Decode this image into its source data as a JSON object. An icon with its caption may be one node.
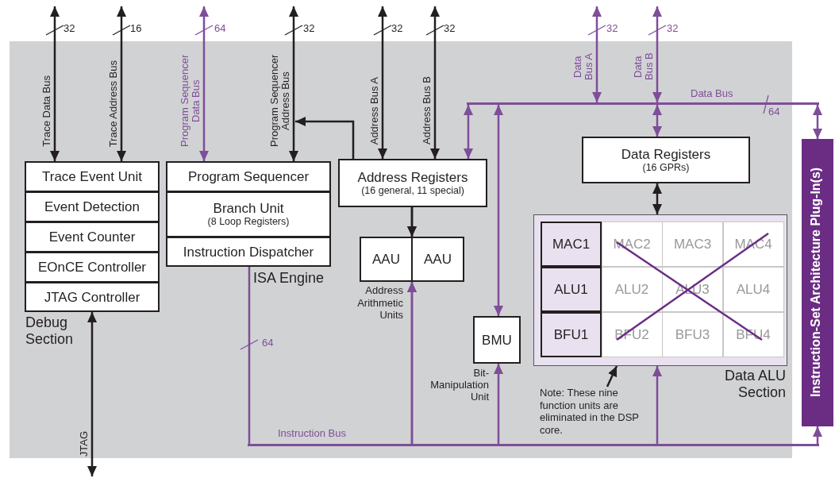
{
  "diagram": {
    "nodes": [
      {
        "text": [
          "Debug Section"
        ]
      },
      {
        "text": [
          "Trace Event Unit"
        ],
        "in": 0
      },
      {
        "text": [
          "Event Detection"
        ],
        "in": 0
      },
      {
        "text": [
          "Event Counter"
        ],
        "in": 0
      },
      {
        "text": [
          "EOnCE Controller"
        ],
        "in": 0
      },
      {
        "text": [
          "JTAG Controller"
        ],
        "in": 0
      },
      {
        "text": [
          "ISA Engine"
        ]
      },
      {
        "text": [
          "Program Sequencer"
        ],
        "in": 6
      },
      {
        "text": [
          "Branch Unit",
          "(8 Loop Registers)"
        ],
        "in": 6
      },
      {
        "text": [
          "Instruction Dispatcher"
        ],
        "in": 6
      },
      {
        "text": [
          "Address Registers",
          "(16 general, 11 special)"
        ]
      },
      {
        "text": [
          "AAU"
        ]
      },
      {
        "text": [
          "AAU"
        ]
      },
      {
        "text": [
          "BMU"
        ],
        "beside": [
          "Bit-Manipulation Unit"
        ]
      },
      {
        "text": [
          "Data Registers",
          "(16 GPRs)"
        ]
      },
      {
        "text": [
          "Data ALU Section"
        ]
      },
      {
        "text": [
          "MAC1"
        ],
        "in": 15
      },
      {
        "text": [
          "MAC2"
        ],
        "in": 15
      },
      {
        "text": [
          "MAC3"
        ],
        "in": 15
      },
      {
        "text": [
          "MAC4"
        ],
        "in": 15
      },
      {
        "text": [
          "ALU1"
        ],
        "in": 15
      },
      {
        "text": [
          "ALU2"
        ],
        "in": 15
      },
      {
        "text": [
          "ALU3"
        ],
        "in": 15
      },
      {
        "text": [
          "ALU4"
        ],
        "in": 15
      },
      {
        "text": [
          "BFU1"
        ],
        "in": 15
      },
      {
        "text": [
          "BFU2"
        ],
        "in": 15
      },
      {
        "text": [
          "BFU3"
        ],
        "in": 15
      },
      {
        "text": [
          "BFU4"
        ],
        "in": 15
      },
      {
        "text": [
          "Instruction-Set Architecture Plug-In(s)"
        ]
      },
      {
        "text": [
          "Note: These nine function units are eliminated in the DSP core."
        ]
      },
      {
        "text": [],
        "shape": "bar",
        "beside": [
          "Data Bus"
        ]
      },
      {
        "text": [],
        "shape": "bar",
        "beside": [
          "Instruction Bus"
        ]
      }
    ],
    "edges": [
      {
        "from": null,
        "to": 1,
        "arrow": "both",
        "label": "Trace Data Bus",
        "color": "#231f20"
      },
      {
        "from": null,
        "to": 1,
        "arrow": "both",
        "label": "Trace Address Bus",
        "color": "#231f20"
      },
      {
        "from": null,
        "to": 7,
        "arrow": "both",
        "label": "Program Sequencer Data Bus"
      },
      {
        "from": null,
        "to": 7,
        "arrow": "both",
        "label": "Program Sequencer Address Bus",
        "color": "#231f20"
      },
      {
        "from": 10,
        "to": null,
        "arrow": "to",
        "color": "#231f20"
      },
      {
        "from": null,
        "to": 10,
        "arrow": "both",
        "label": "Address Bus A",
        "color": "#231f20"
      },
      {
        "from": null,
        "to": 10,
        "arrow": "both",
        "label": "Address Bus B",
        "color": "#231f20"
      },
      {
        "from": 10,
        "to": 11,
        "arrow": "to",
        "color": "#231f20"
      },
      {
        "from": 10,
        "to": 12,
        "arrow": "to",
        "color": "#231f20"
      },
      {
        "from": null,
        "to": 30,
        "arrow": "both",
        "label": "Data Bus A"
      },
      {
        "from": null,
        "to": 30,
        "arrow": "both",
        "label": "Data Bus B"
      },
      {
        "from": 30,
        "to": 10,
        "arrow": "both"
      },
      {
        "from": 30,
        "to": 13,
        "arrow": "both"
      },
      {
        "from": 30,
        "to": 14,
        "arrow": "both"
      },
      {
        "from": 30,
        "to": 28,
        "arrow": "both"
      },
      {
        "from": 14,
        "to": 15,
        "arrow": "both",
        "color": "#231f20"
      },
      {
        "from": 9,
        "to": 31,
        "arrow": "none"
      },
      {
        "from": 31,
        "to": 11,
        "arrow": "to"
      },
      {
        "from": 31,
        "to": 12,
        "arrow": "to"
      },
      {
        "from": 31,
        "to": 13,
        "arrow": "to"
      },
      {
        "from": 31,
        "to": 15,
        "arrow": "to"
      },
      {
        "from": 31,
        "to": 28,
        "arrow": "to"
      },
      {
        "from": null,
        "to": 5,
        "arrow": "both",
        "label": "JTAG",
        "color": "#231f20"
      },
      {
        "from": 29,
        "to": 15,
        "arrow": "to",
        "color": "#231f20"
      }
    ],
    "labels": [
      "32",
      "16",
      "64",
      "32",
      "32",
      "32",
      "32",
      "32",
      "64",
      "Address Arithmetic Units",
      "64"
    ]
  }
}
